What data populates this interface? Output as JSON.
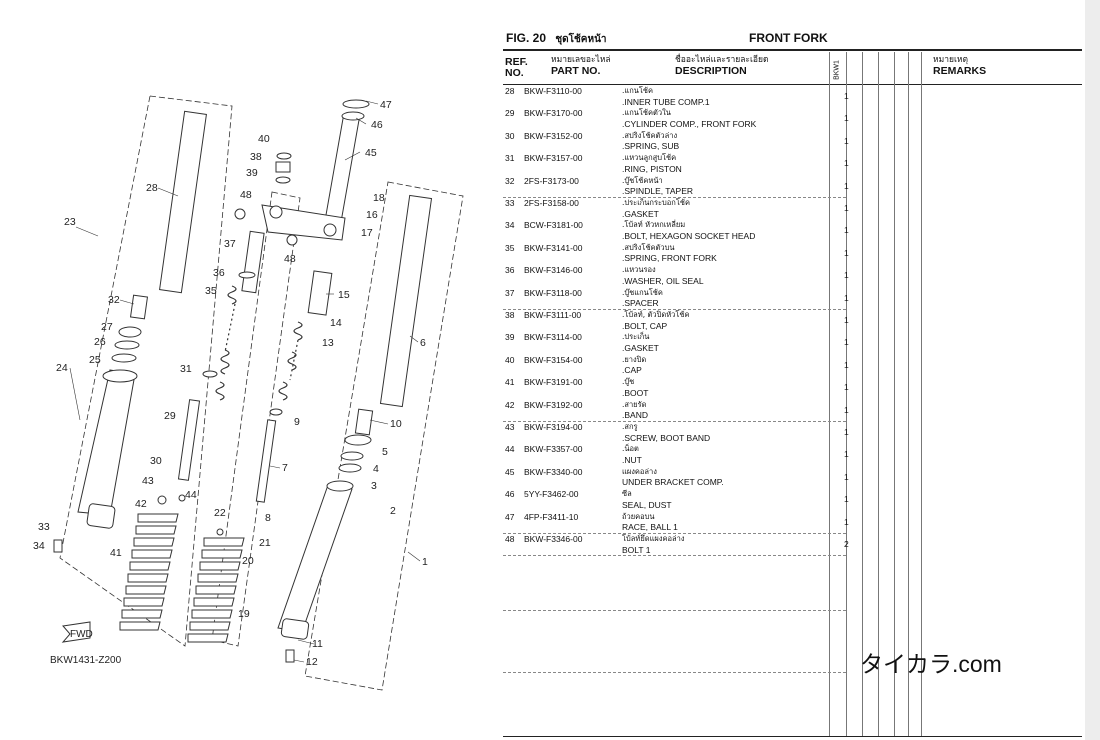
{
  "figure": {
    "fig_no": "FIG. 20",
    "title_th": "ชุดโช้คหน้า",
    "title_en": "FRONT FORK"
  },
  "diagram": {
    "code": "BKW1431-Z200",
    "fwd_label": "FWD",
    "callouts": [
      "1",
      "2",
      "3",
      "4",
      "5",
      "6",
      "7",
      "8",
      "9",
      "10",
      "11",
      "12",
      "13",
      "14",
      "15",
      "16",
      "17",
      "18",
      "19",
      "20",
      "21",
      "22",
      "23",
      "24",
      "25",
      "26",
      "27",
      "28",
      "29",
      "30",
      "31",
      "32",
      "33",
      "34",
      "35",
      "36",
      "37",
      "38",
      "39",
      "40",
      "41",
      "42",
      "43",
      "44",
      "45",
      "46",
      "47",
      "48"
    ]
  },
  "table": {
    "headers": {
      "ref": "REF.\nNO.",
      "ref_line1": "REF.",
      "ref_line2": "NO.",
      "part_th": "หมายเลขอะไหล่",
      "part_en": "PART NO.",
      "desc_th": "ชื่ออะไหล่และรายละเอียด",
      "desc_en": "DESCRIPTION",
      "model": "BKW1",
      "remarks_th": "หมายเหตุ",
      "remarks_en": "REMARKS"
    },
    "rows": [
      {
        "ref": "28",
        "part": "BKW-F3110-00",
        "desc_th": ".แกนโช้ค",
        "desc_en": ".INNER TUBE COMP.1",
        "qty": "1"
      },
      {
        "ref": "29",
        "part": "BKW-F3170-00",
        "desc_th": ".แกนโช้คตัวใน",
        "desc_en": ".CYLINDER COMP., FRONT FORK",
        "qty": "1"
      },
      {
        "ref": "30",
        "part": "BKW-F3152-00",
        "desc_th": ".สปริงโช้คตัวล่าง",
        "desc_en": ".SPRING, SUB",
        "qty": "1"
      },
      {
        "ref": "31",
        "part": "BKW-F3157-00",
        "desc_th": ".แหวนลูกสูบโช้ค",
        "desc_en": ".RING, PISTON",
        "qty": "1"
      },
      {
        "ref": "32",
        "part": "2FS-F3173-00",
        "desc_th": ".บู๊ชโช้คหน้า",
        "desc_en": ".SPINDLE, TAPER",
        "qty": "1"
      },
      {
        "ref": "33",
        "part": "2FS-F3158-00",
        "desc_th": ".ประเก็นกระบอกโช้ค",
        "desc_en": ".GASKET",
        "qty": "1"
      },
      {
        "ref": "34",
        "part": "BCW-F3181-00",
        "desc_th": ".โบ้ลท์ หัวหกเหลี่ยม",
        "desc_en": ".BOLT, HEXAGON SOCKET HEAD",
        "qty": "1"
      },
      {
        "ref": "35",
        "part": "BKW-F3141-00",
        "desc_th": ".สปริงโช้คตัวบน",
        "desc_en": ".SPRING, FRONT FORK",
        "qty": "1"
      },
      {
        "ref": "36",
        "part": "BKW-F3146-00",
        "desc_th": ".แหวนรอง",
        "desc_en": ".WASHER, OIL SEAL",
        "qty": "1"
      },
      {
        "ref": "37",
        "part": "BKW-F3118-00",
        "desc_th": ".บู๊ชแกนโช้ค",
        "desc_en": ".SPACER",
        "qty": "1"
      },
      {
        "ref": "38",
        "part": "BKW-F3111-00",
        "desc_th": ".โบ้ลท์, ตัวปิดหัวโช้ค",
        "desc_en": ".BOLT, CAP",
        "qty": "1"
      },
      {
        "ref": "39",
        "part": "BKW-F3114-00",
        "desc_th": ".ประเก็น",
        "desc_en": ".GASKET",
        "qty": "1"
      },
      {
        "ref": "40",
        "part": "BKW-F3154-00",
        "desc_th": ".ยางปิด",
        "desc_en": ".CAP",
        "qty": "1"
      },
      {
        "ref": "41",
        "part": "BKW-F3191-00",
        "desc_th": ".บู๊ช",
        "desc_en": ".BOOT",
        "qty": "1"
      },
      {
        "ref": "42",
        "part": "BKW-F3192-00",
        "desc_th": ".สายรัด",
        "desc_en": ".BAND",
        "qty": "1"
      },
      {
        "ref": "43",
        "part": "BKW-F3194-00",
        "desc_th": ".สกรู",
        "desc_en": ".SCREW, BOOT BAND",
        "qty": "1"
      },
      {
        "ref": "44",
        "part": "BKW-F3357-00",
        "desc_th": ".น็อต",
        "desc_en": ".NUT",
        "qty": "1"
      },
      {
        "ref": "45",
        "part": "BKW-F3340-00",
        "desc_th": "แผงคอล่าง",
        "desc_en": "UNDER BRACKET COMP.",
        "qty": "1"
      },
      {
        "ref": "46",
        "part": "5YY-F3462-00",
        "desc_th": "ซีล",
        "desc_en": "SEAL, DUST",
        "qty": "1"
      },
      {
        "ref": "47",
        "part": "4FP-F3411-10",
        "desc_th": "ถ้วยคอบน",
        "desc_en": "RACE, BALL 1",
        "qty": "1"
      },
      {
        "ref": "48",
        "part": "BKW-F3346-00",
        "desc_th": "โบ้ลท์ยึดแผงคอล่าง",
        "desc_en": "BOLT 1",
        "qty": "2"
      }
    ]
  },
  "watermark": "タイカラ.com"
}
